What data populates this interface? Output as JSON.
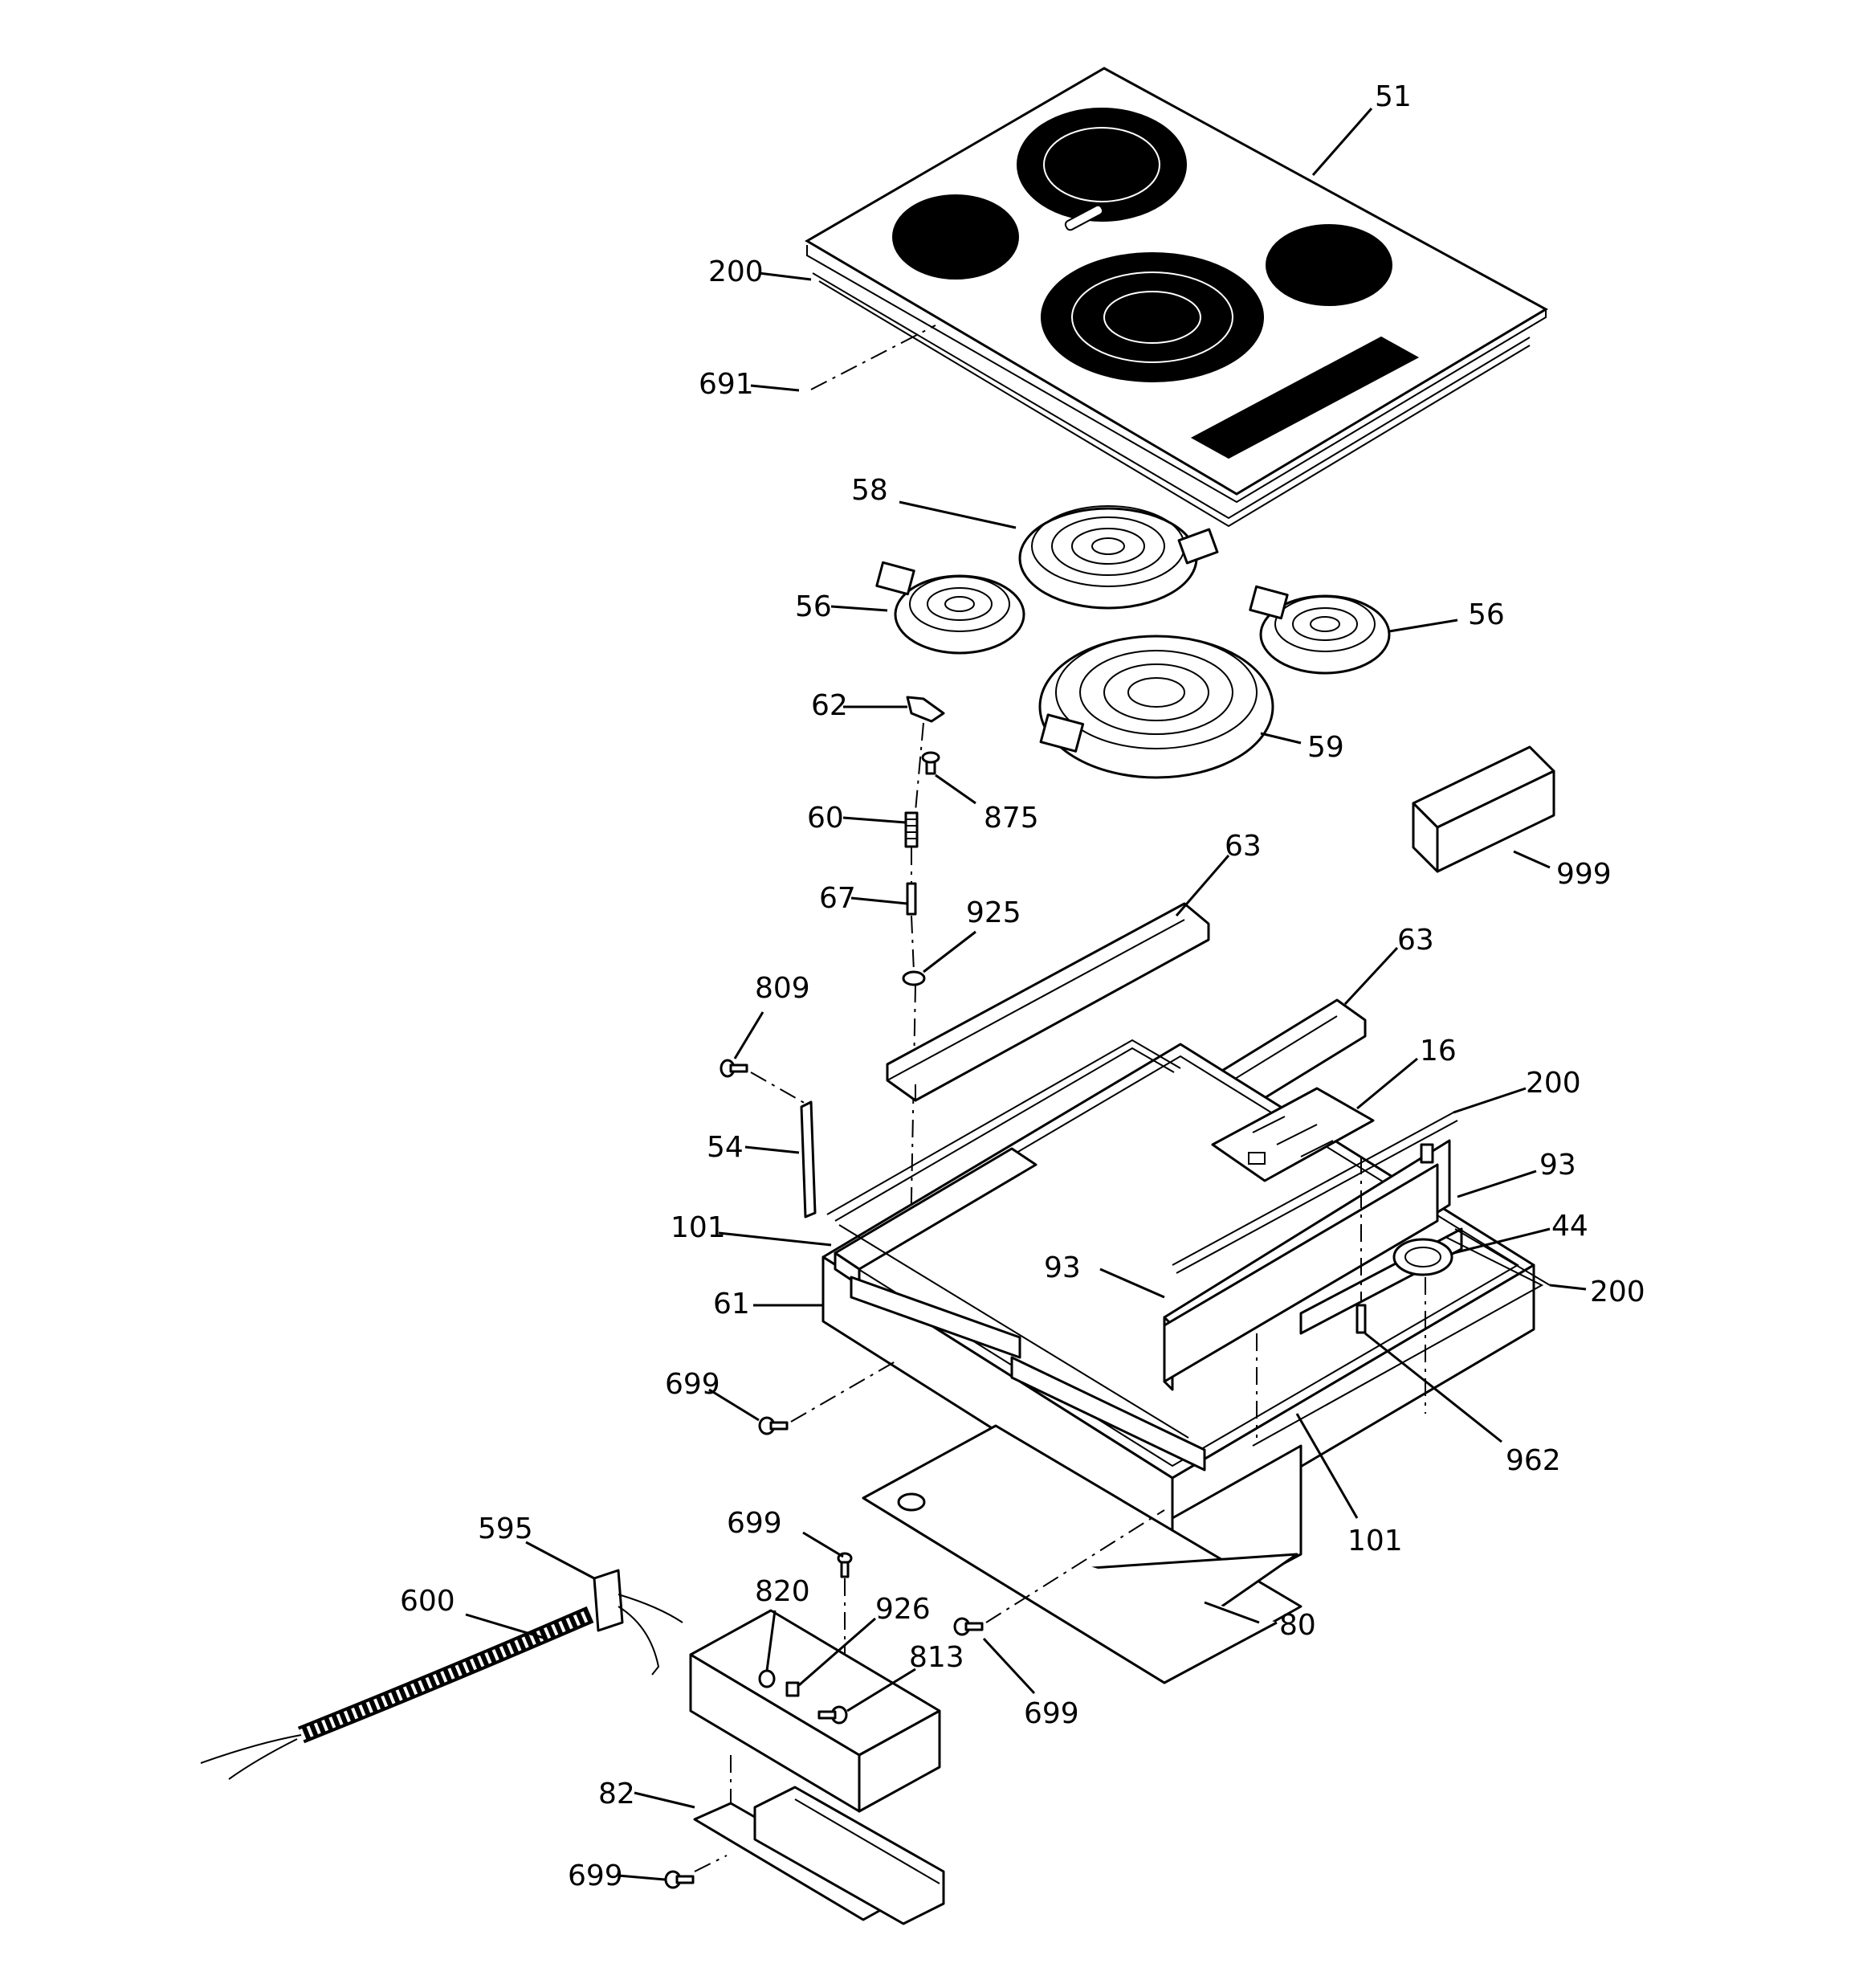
{
  "labels": {
    "l51": "51",
    "l200a": "200",
    "l691": "691",
    "l58": "58",
    "l56a": "56",
    "l56b": "56",
    "l62": "62",
    "l59": "59",
    "l875": "875",
    "l60": "60",
    "l63a": "63",
    "l999": "999",
    "l67": "67",
    "l925": "925",
    "l63b": "63",
    "l809": "809",
    "l16": "16",
    "l200b": "200",
    "l54": "54",
    "l93a": "93",
    "l101a": "101",
    "l44": "44",
    "l93b": "93",
    "l200c": "200",
    "l61": "61",
    "l699a": "699",
    "l962": "962",
    "l101b": "101",
    "l595": "595",
    "l699b": "699",
    "l820": "820",
    "l600": "600",
    "l926": "926",
    "l813": "813",
    "l80": "80",
    "l699c": "699",
    "l82": "82",
    "l699d": "699"
  }
}
